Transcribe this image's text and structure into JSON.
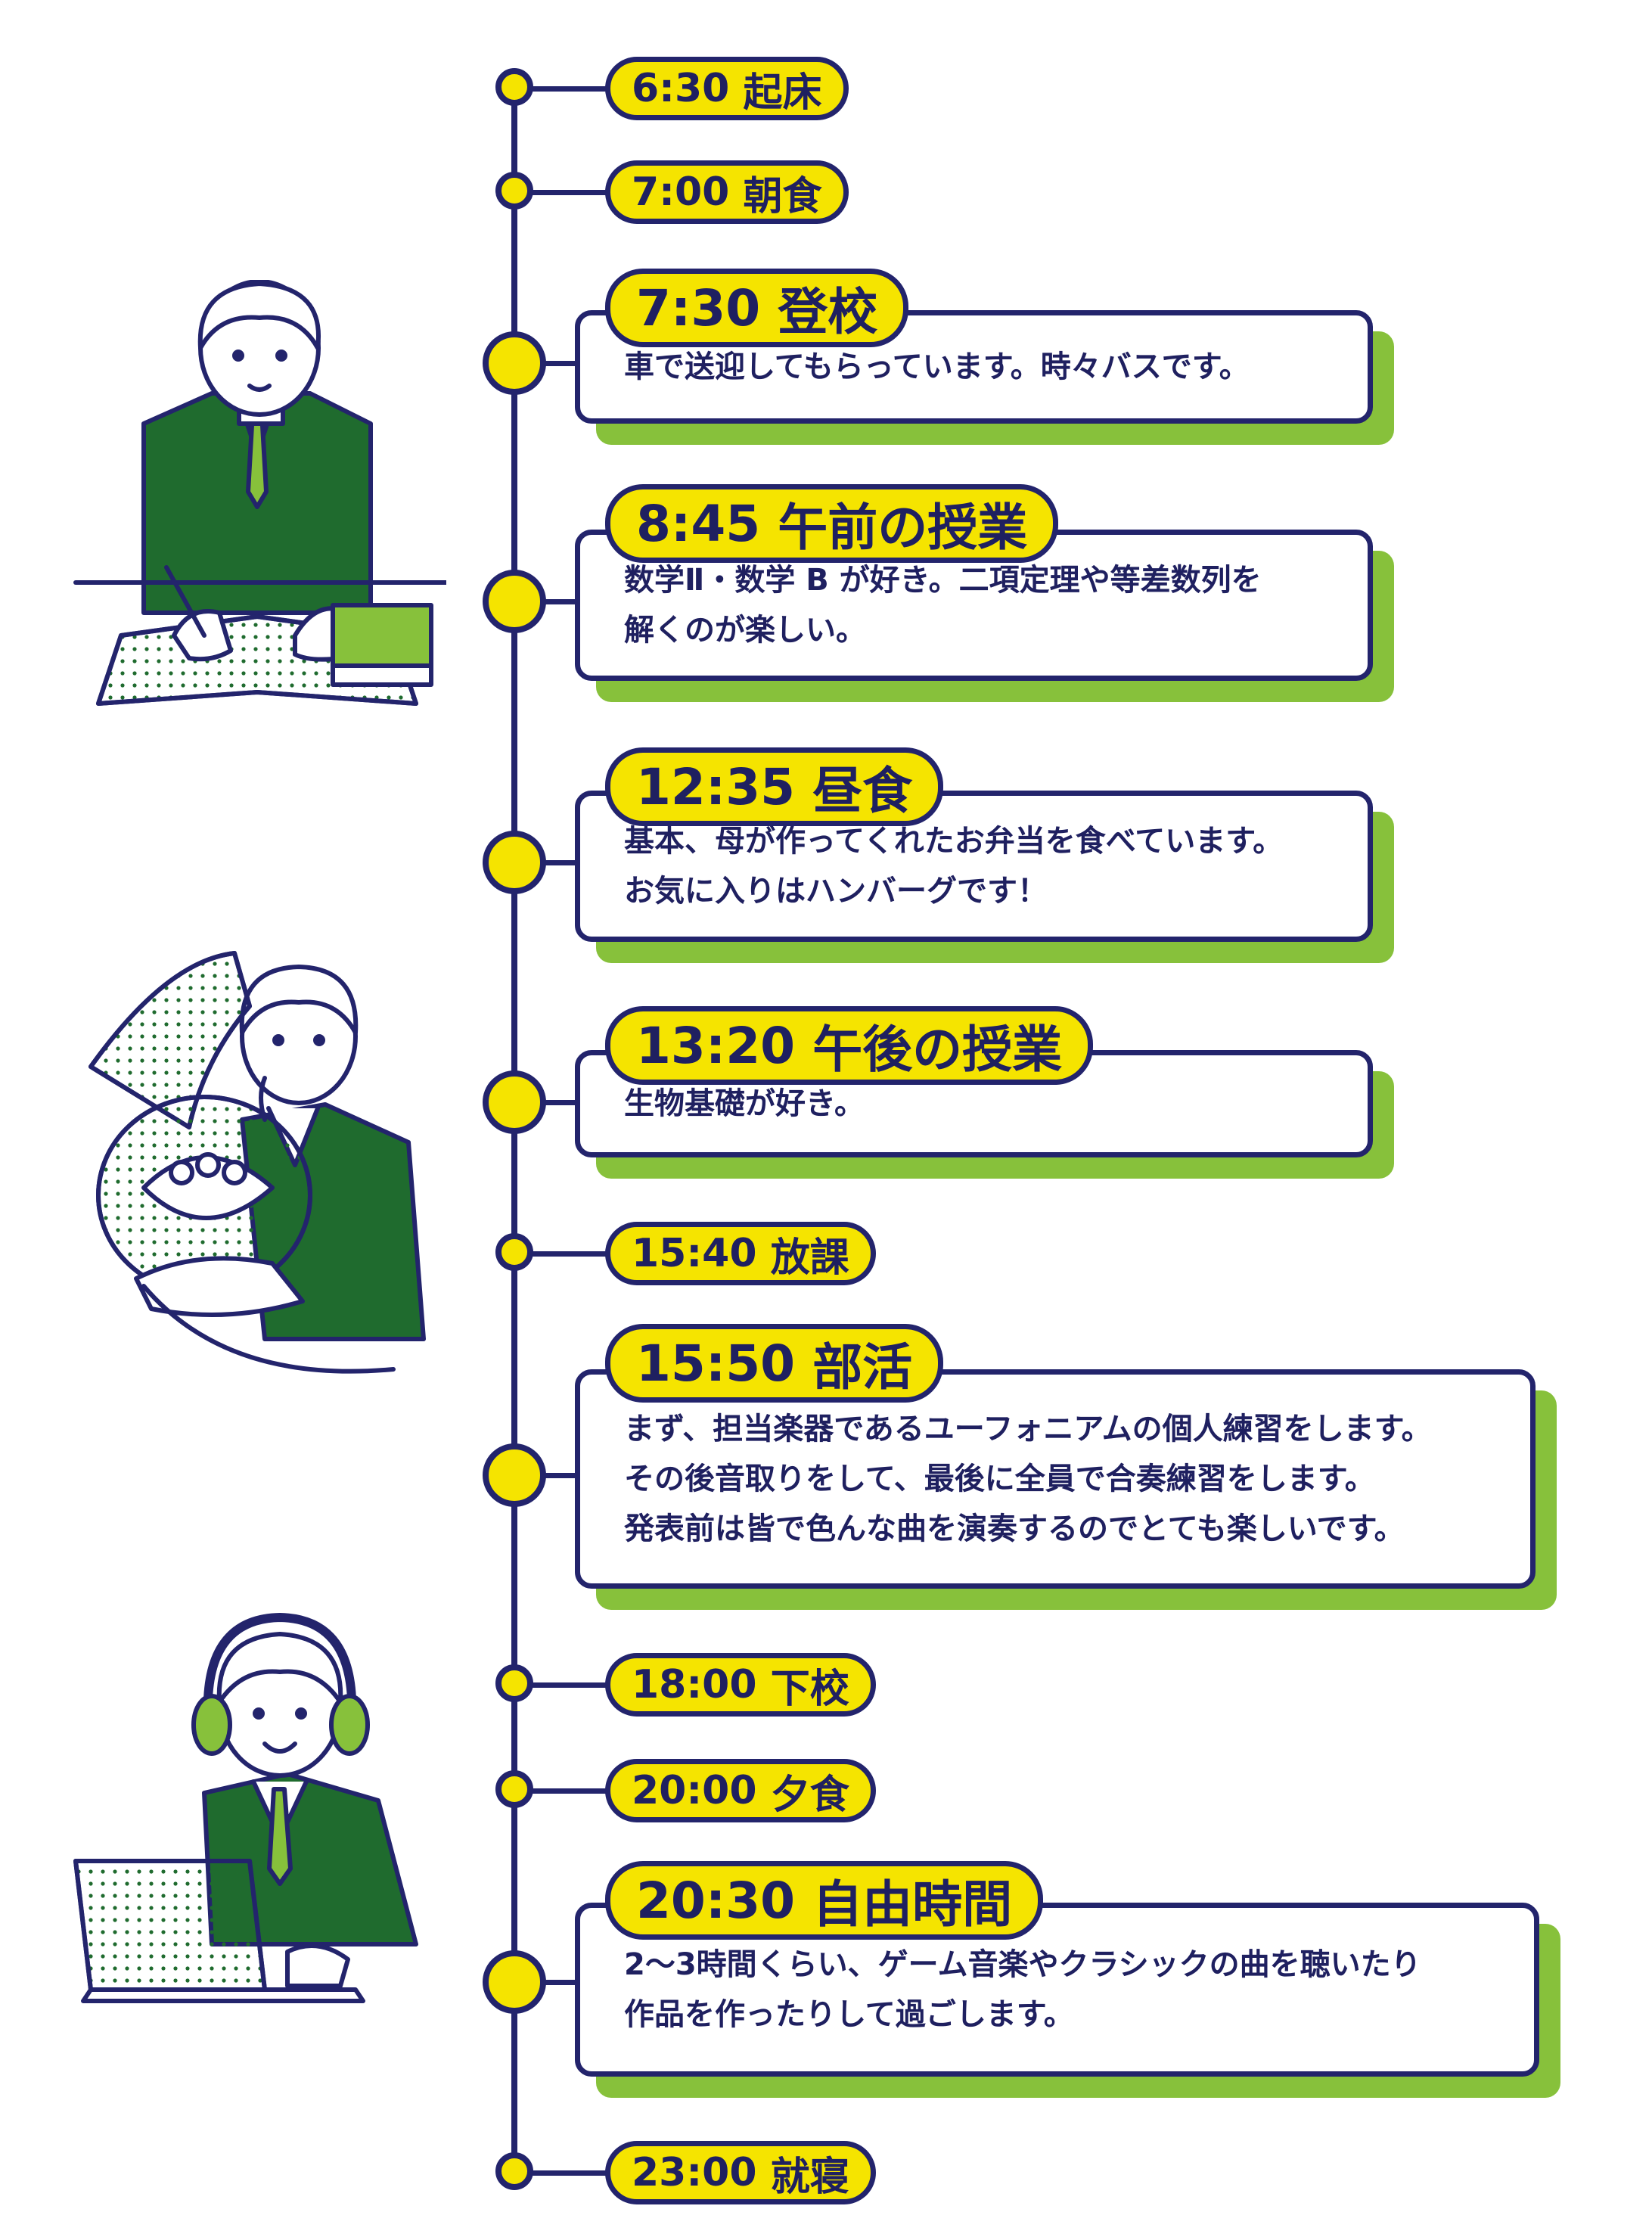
{
  "schedule": [
    {
      "time": "6:30",
      "label": "起床"
    },
    {
      "time": "7:00",
      "label": "朝食"
    },
    {
      "time": "7:30",
      "label": "登校",
      "desc": "車で送迎してもらっています。時々バスです。"
    },
    {
      "time": "8:45",
      "label": "午前の授業",
      "desc": "数学Ⅱ・数学 B が好き。二項定理や等差数列を\n解くのが楽しい。"
    },
    {
      "time": "12:35",
      "label": "昼食",
      "desc": "基本、母が作ってくれたお弁当を食べています。\nお気に入りはハンバーグです！"
    },
    {
      "time": "13:20",
      "label": "午後の授業",
      "desc": "生物基礎が好き。"
    },
    {
      "time": "15:40",
      "label": "放課"
    },
    {
      "time": "15:50",
      "label": "部活",
      "desc": "まず、担当楽器であるユーフォニアムの個人練習をします。\nその後音取りをして、最後に全員で合奏練習をします。\n発表前は皆で色んな曲を演奏するのでとても楽しいです。"
    },
    {
      "time": "18:00",
      "label": "下校"
    },
    {
      "time": "20:00",
      "label": "夕食"
    },
    {
      "time": "20:30",
      "label": "自由時間",
      "desc": "2～3時間くらい、ゲーム音楽やクラシックの曲を聴いたり\n作品を作ったりして過ごします。"
    },
    {
      "time": "23:00",
      "label": "就寝"
    }
  ],
  "colors": {
    "navy": "#23246c",
    "yellow": "#f5e400",
    "green": "#87c13b",
    "blazer": "#1f6b2e"
  },
  "icons": [
    "student-studying-illustration",
    "student-euphonium-illustration",
    "student-headphones-laptop-illustration"
  ]
}
